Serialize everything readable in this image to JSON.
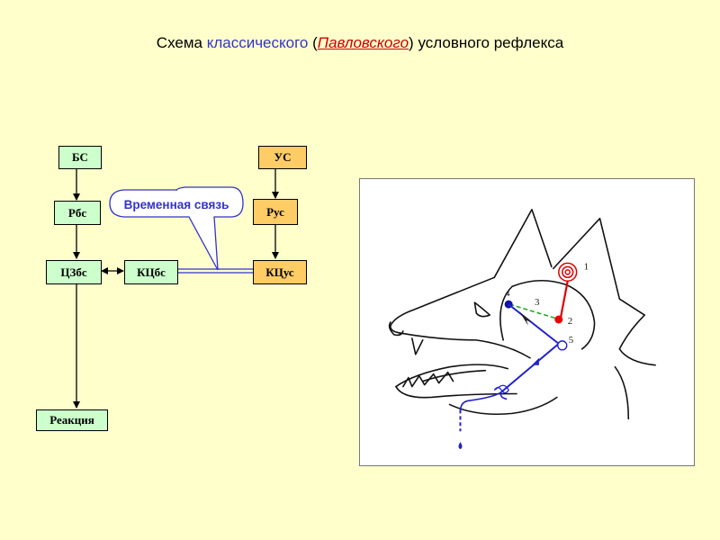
{
  "title": {
    "prefix": "Схема ",
    "accent": "классического",
    "open": " (",
    "accent2": "Павловского",
    "close": ")",
    "suffix": " условного рефлекса"
  },
  "boxes": {
    "bs": "БС",
    "rbs": "Рбс",
    "czbs": "ЦЗбс",
    "kcbs": "КЦбс",
    "reaction": "Реакция",
    "us": "УС",
    "rus": "Рус",
    "kcus": "КЦус"
  },
  "bubble": {
    "label": "Временная связь"
  },
  "dog": {
    "labels": [
      "1",
      "2",
      "3",
      "4",
      "5"
    ]
  },
  "colors": {
    "background": "#FFFFCC",
    "green_box": "#CCFFCC",
    "orange_box": "#FFCC66",
    "accent": "#3333CC",
    "accent2": "#CC0000"
  }
}
